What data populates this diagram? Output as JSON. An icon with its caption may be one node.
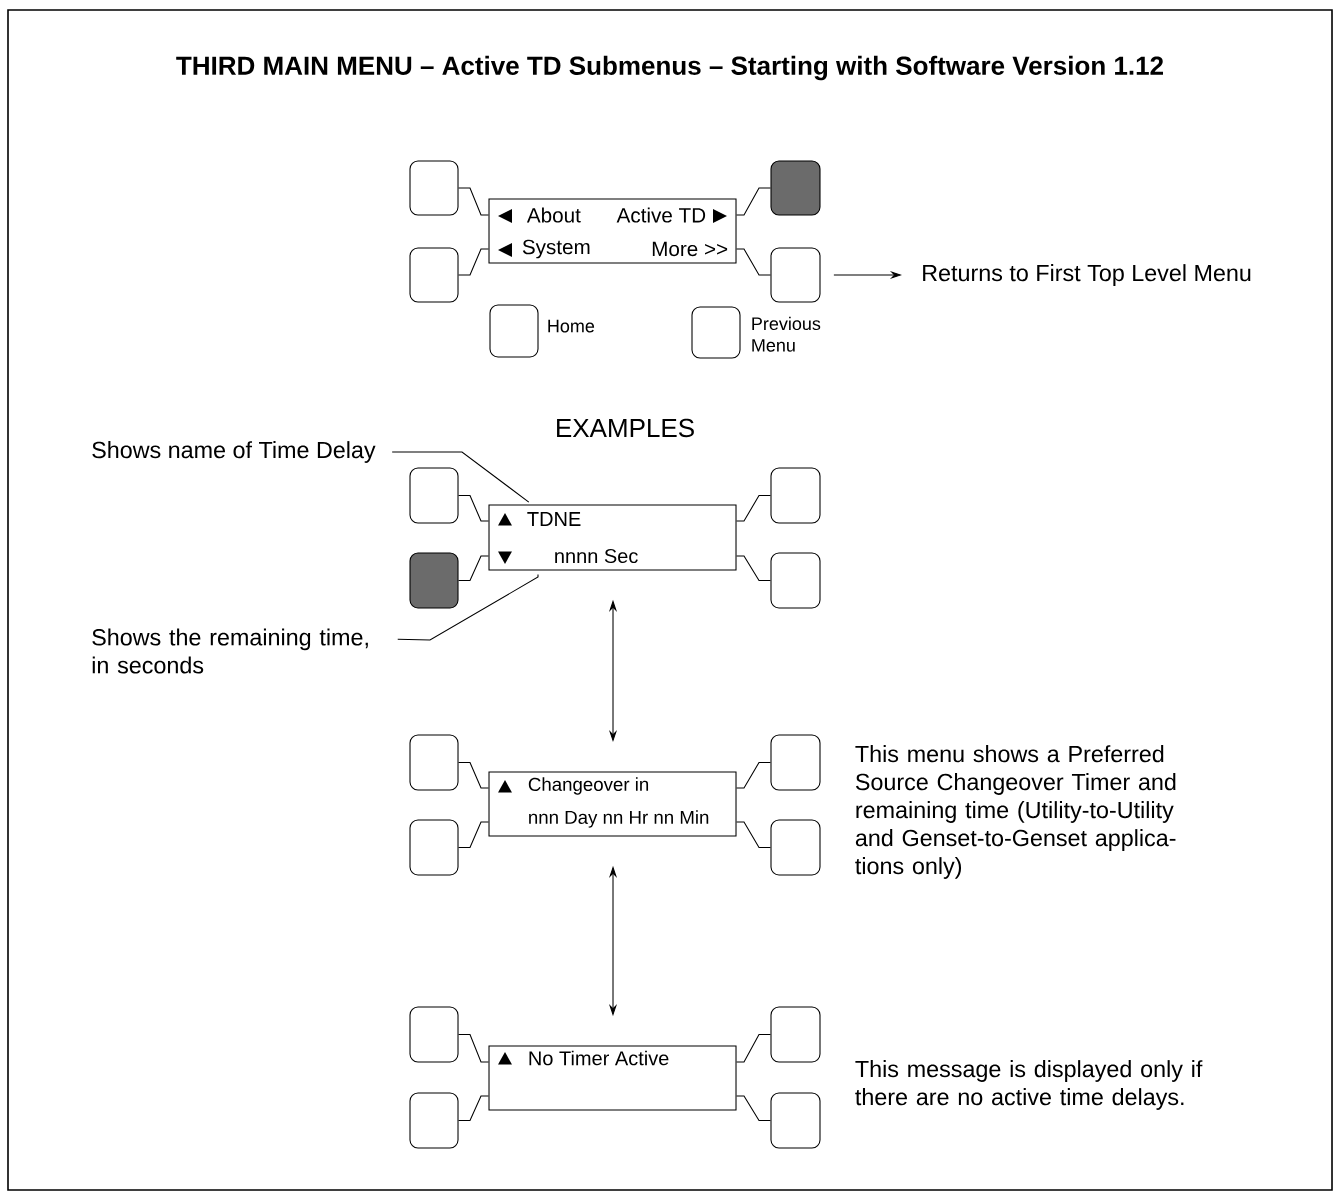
{
  "diagram": {
    "title": "THIRD MAIN MENU –  Active TD Submenus – Starting with Software Version 1.12",
    "nodes": [
      {
        "text": [
          "About",
          "Active TD",
          "System",
          "More >>"
        ]
      },
      {
        "text": [],
        "shape": "box"
      },
      {
        "text": [],
        "shape": "box"
      },
      {
        "text": [],
        "shape": "box"
      },
      {
        "text": [],
        "shape": "box"
      },
      {
        "text": [],
        "shape": "box",
        "beside": [
          "Home"
        ]
      },
      {
        "text": [],
        "shape": "box",
        "beside": [
          "Previous Menu"
        ]
      },
      {
        "text": [
          "Returns to First Top Level Menu"
        ]
      },
      {
        "text": [
          "Shows name of Time Delay"
        ]
      },
      {
        "text": [
          "TDNE",
          "nnnn Sec"
        ]
      },
      {
        "text": [],
        "shape": "box"
      },
      {
        "text": [],
        "shape": "box"
      },
      {
        "text": [],
        "shape": "box"
      },
      {
        "text": [],
        "shape": "box"
      },
      {
        "text": [
          "Shows the remaining time, in seconds"
        ]
      },
      {
        "text": [
          "Changeover in",
          "nnn Day nn Hr nn Min"
        ]
      },
      {
        "text": [],
        "shape": "box"
      },
      {
        "text": [],
        "shape": "box"
      },
      {
        "text": [],
        "shape": "box"
      },
      {
        "text": [],
        "shape": "box"
      },
      {
        "text": [
          "No Timer Active"
        ]
      },
      {
        "text": [],
        "shape": "box"
      },
      {
        "text": [],
        "shape": "box"
      },
      {
        "text": [],
        "shape": "box"
      },
      {
        "text": [],
        "shape": "box"
      }
    ],
    "edges": [
      {
        "from": 1,
        "to": 0,
        "arrow": "none"
      },
      {
        "from": 2,
        "to": 0,
        "arrow": "none"
      },
      {
        "from": 3,
        "to": 0,
        "arrow": "none"
      },
      {
        "from": 4,
        "to": 0,
        "arrow": "none"
      },
      {
        "from": 4,
        "to": 7,
        "arrow": "to"
      },
      {
        "from": 8,
        "to": 9,
        "arrow": "none"
      },
      {
        "from": 14,
        "to": 9,
        "arrow": "none"
      },
      {
        "from": 10,
        "to": 9,
        "arrow": "none"
      },
      {
        "from": 11,
        "to": 9,
        "arrow": "none"
      },
      {
        "from": 12,
        "to": 9,
        "arrow": "none"
      },
      {
        "from": 13,
        "to": 9,
        "arrow": "none"
      },
      {
        "from": 9,
        "to": 15,
        "arrow": "both"
      },
      {
        "from": 16,
        "to": 15,
        "arrow": "none"
      },
      {
        "from": 17,
        "to": 15,
        "arrow": "none"
      },
      {
        "from": 18,
        "to": 15,
        "arrow": "none"
      },
      {
        "from": 19,
        "to": 15,
        "arrow": "none"
      },
      {
        "from": 15,
        "to": 20,
        "arrow": "both"
      },
      {
        "from": 21,
        "to": 20,
        "arrow": "none"
      },
      {
        "from": 22,
        "to": 20,
        "arrow": "none"
      },
      {
        "from": 23,
        "to": 20,
        "arrow": "none"
      },
      {
        "from": 24,
        "to": 20,
        "arrow": "none"
      }
    ],
    "labels": [
      "EXAMPLES",
      "This menu shows a Preferred Source Changeover Timer and remaining time (Utility-to-Utility and Genset-to-Genset applica- tions only)",
      "This message is displayed only if there are no active time delays."
    ]
  }
}
